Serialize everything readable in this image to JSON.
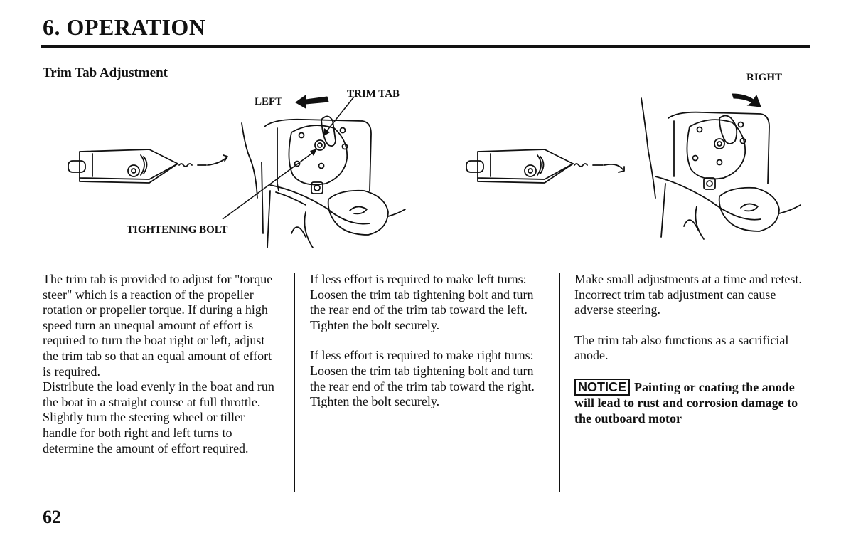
{
  "header": {
    "chapter_title": "6. OPERATION",
    "section_title": "Trim Tab Adjustment"
  },
  "figure_left": {
    "label_left": "LEFT",
    "label_trim_tab": "TRIM TAB",
    "label_tightening_bolt": "TIGHTENING BOLT"
  },
  "figure_right": {
    "label_right": "RIGHT"
  },
  "column1": {
    "paragraph1": "The trim tab is provided to adjust for \"torque steer\" which is a reaction of the propeller rotation or propeller torque. If during a high speed turn an unequal amount of effort is required to turn the boat right or left, adjust the trim tab so that an equal amount of effort is required.",
    "paragraph2": "Distribute the load evenly in the boat and run the boat in a straight course at full throttle. Slightly turn the steering wheel or tiller handle for both right and left turns to determine the amount of effort required."
  },
  "column2": {
    "left_condition": "If less effort is required to make left turns:",
    "left_instruction": "Loosen the trim tab tightening bolt and turn the rear end of the trim tab toward the left. Tighten the bolt securely.",
    "right_condition": "If less effort is required to make right turns:",
    "right_instruction": "Loosen the trim tab tightening bolt and turn the rear end of the trim tab toward the right. Tighten the bolt securely."
  },
  "column3": {
    "paragraph1": "Make small adjustments at a time and retest. Incorrect trim tab adjustment can cause adverse steering.",
    "paragraph2": "The trim tab also functions as a sacrificial anode.",
    "notice_label": "NOTICE",
    "notice_text": "Painting or coating the anode will lead to rust and corrosion damage to the outboard motor"
  },
  "footer": {
    "page_number": "62"
  }
}
